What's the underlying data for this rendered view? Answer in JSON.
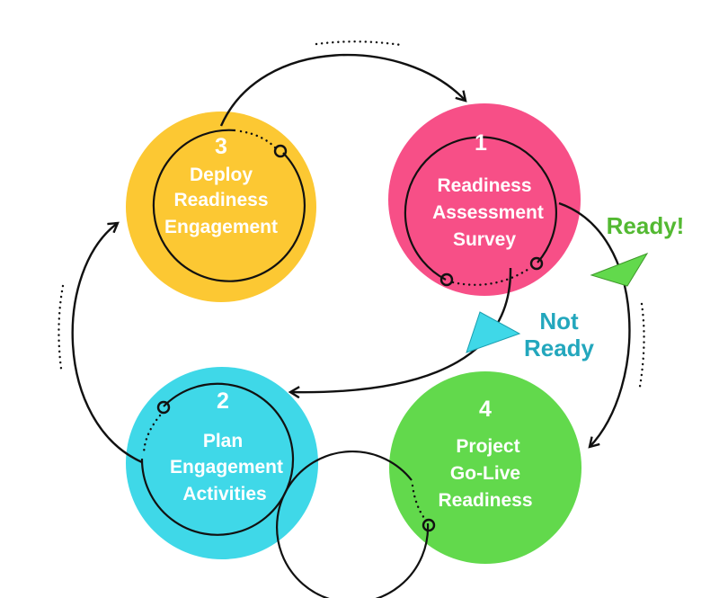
{
  "colors": {
    "step1": "#f74f87",
    "step2": "#3fd8e8",
    "step3": "#fcc833",
    "step4": "#62d94c",
    "ready": "#53b932",
    "not_ready": "#23a7bd"
  },
  "steps": [
    {
      "number": "1",
      "lines": [
        "Readiness",
        "Assessment",
        "Survey"
      ]
    },
    {
      "number": "2",
      "lines": [
        "Plan",
        "Engagement",
        "Activities"
      ]
    },
    {
      "number": "3",
      "lines": [
        "Deploy",
        "Readiness",
        "Engagement"
      ]
    },
    {
      "number": "4",
      "lines": [
        "Project",
        "Go-Live",
        "Readiness"
      ]
    }
  ],
  "labels": {
    "ready": "Ready!",
    "not_ready_line1": "Not",
    "not_ready_line2": "Ready"
  }
}
